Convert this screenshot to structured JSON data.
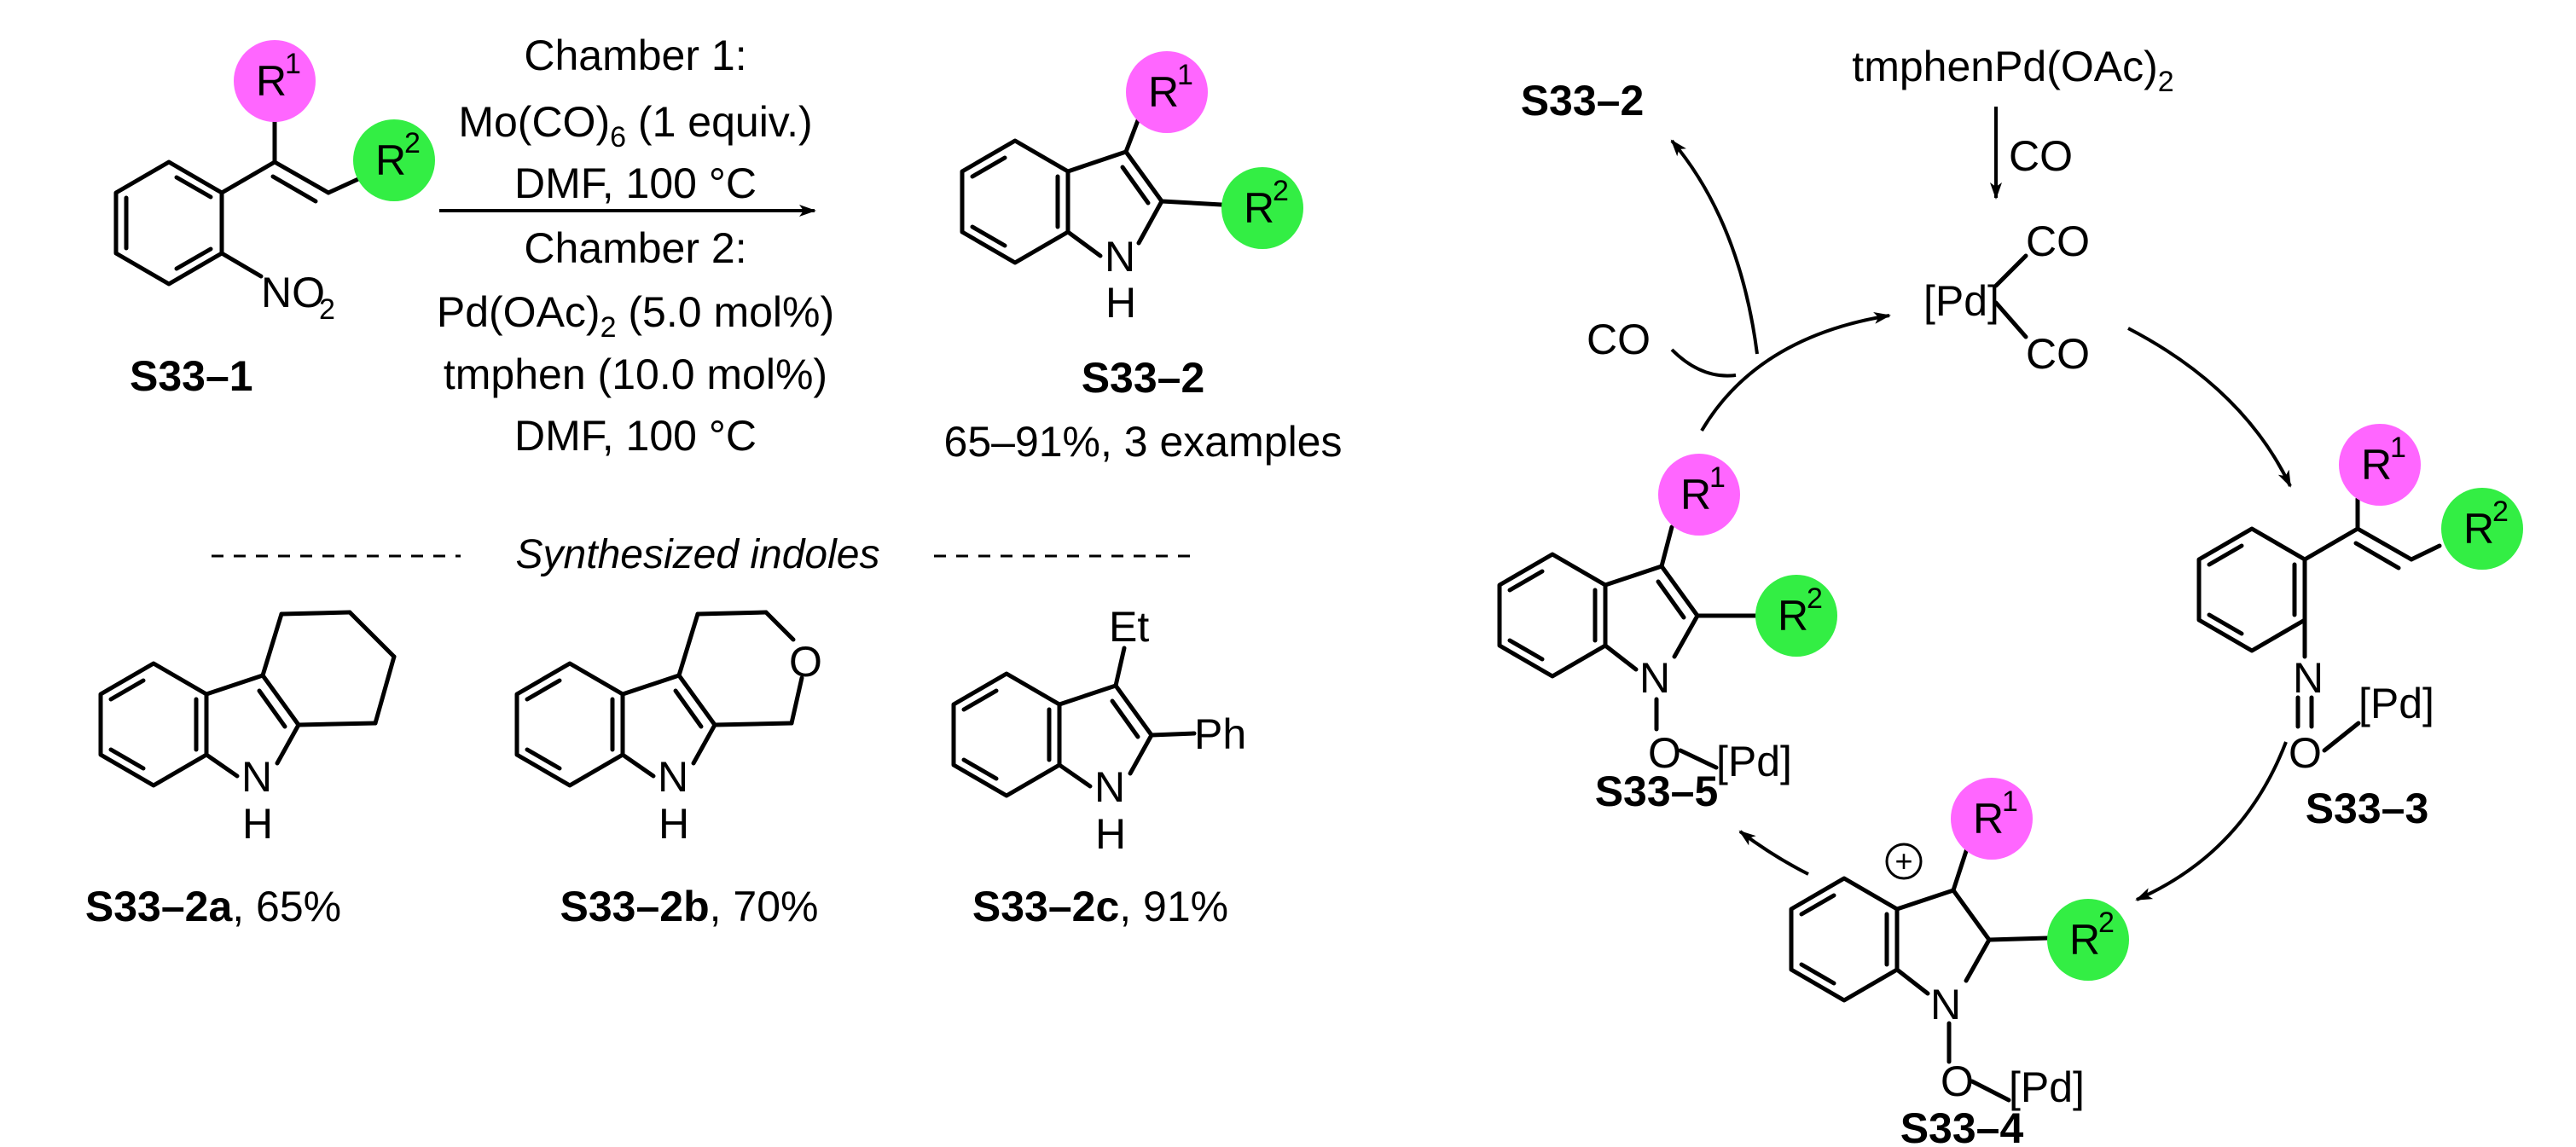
{
  "reaction": {
    "conditions": [
      "Chamber 1:",
      "Mo(CO)",
      "6",
      " (1 equiv.)",
      "DMF,  100 °C",
      "Chamber 2:",
      "Pd(OAc)",
      "2",
      " (5.0 mol%)",
      "tmphen (10.0 mol%)",
      "DMF,  100 °C"
    ],
    "substrate_label": "S33–1",
    "product_label": "S33–2",
    "product_yield": "65–91%, 3 examples"
  },
  "atoms": {
    "R": "R",
    "one": "1",
    "two": "2",
    "NO": "NO",
    "N": "N",
    "H": "H",
    "O": "O",
    "Pd": "[Pd]",
    "CO": "CO",
    "Et": "Et",
    "Ph": "Ph",
    "plus": "+"
  },
  "examples": {
    "heading": "Synthesized indoles",
    "items": [
      {
        "label": "S33–2a",
        "yield": ", 65%"
      },
      {
        "label": "S33–2b",
        "yield": ", 70%"
      },
      {
        "label": "S33–2c",
        "yield": ", 91%"
      }
    ]
  },
  "cycle": {
    "catalyst": "tmphenPd(OAc)",
    "catalyst_sub": "2",
    "co_in": "CO",
    "product_out": "S33–2",
    "co_in_left": "CO",
    "labels": [
      "S33–3",
      "S33–4",
      "S33–5"
    ]
  },
  "colors": {
    "r1": "#ff66ff",
    "r2": "#33ee44"
  }
}
